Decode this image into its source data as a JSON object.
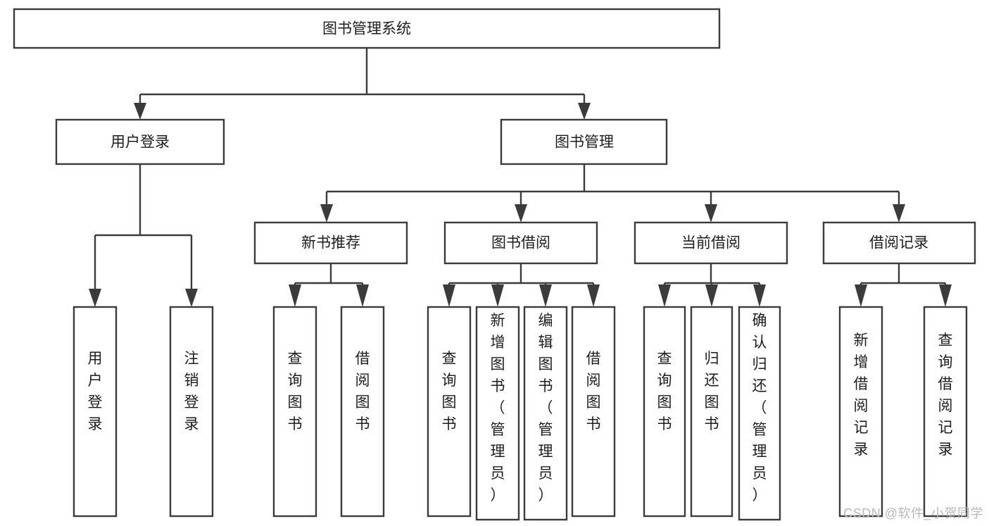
{
  "diagram": {
    "type": "hierarchy-tree",
    "title": "图书管理系统",
    "watermark": "CSDN @软件_小贺同学",
    "colors": {
      "stroke": "#3b3b3b",
      "fill": "#ffffff",
      "text": "#1d1d1d",
      "watermark": "#b9b9b9"
    },
    "levels": {
      "root": {
        "label": "图书管理系统"
      },
      "level1": [
        {
          "label": "用户登录"
        },
        {
          "label": "图书管理"
        }
      ],
      "level2": [
        {
          "label": "新书推荐",
          "parent": "图书管理"
        },
        {
          "label": "图书借阅",
          "parent": "图书管理"
        },
        {
          "label": "当前借阅",
          "parent": "图书管理"
        },
        {
          "label": "借阅记录",
          "parent": "图书管理"
        }
      ],
      "leaves": [
        {
          "label": "用户登录",
          "parent": "用户登录"
        },
        {
          "label": "注销登录",
          "parent": "用户登录"
        },
        {
          "label": "查询图书",
          "parent": "新书推荐"
        },
        {
          "label": "借阅图书",
          "parent": "新书推荐"
        },
        {
          "label": "查询图书",
          "parent": "图书借阅"
        },
        {
          "label": "新增图书（管理员）",
          "parent": "图书借阅"
        },
        {
          "label": "编辑图书（管理员）",
          "parent": "图书借阅"
        },
        {
          "label": "借阅图书",
          "parent": "图书借阅"
        },
        {
          "label": "查询图书",
          "parent": "当前借阅"
        },
        {
          "label": "归还图书",
          "parent": "当前借阅"
        },
        {
          "label": "确认归还（管理员）",
          "parent": "当前借阅"
        },
        {
          "label": "新增借阅记录",
          "parent": "借阅记录"
        },
        {
          "label": "查询借阅记录",
          "parent": "借阅记录"
        }
      ]
    }
  }
}
